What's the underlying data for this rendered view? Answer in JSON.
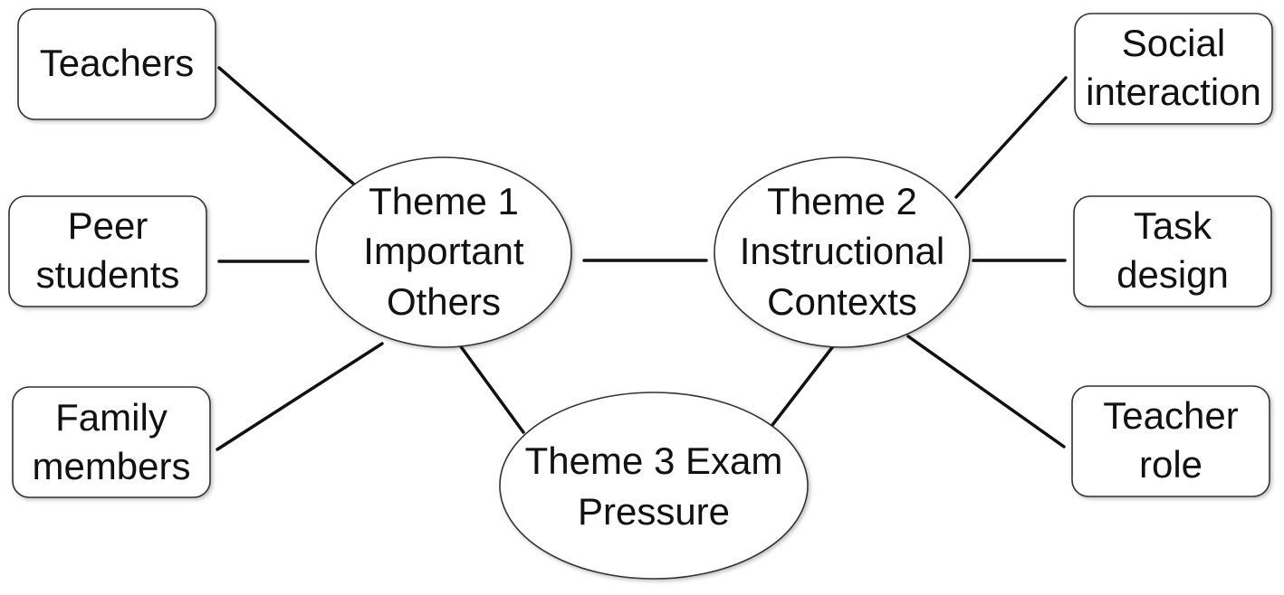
{
  "nodes": {
    "teachers": {
      "lines": [
        "Teachers"
      ]
    },
    "peer": {
      "lines": [
        "Peer",
        "students"
      ]
    },
    "family": {
      "lines": [
        "Family",
        "members"
      ]
    },
    "theme1": {
      "lines": [
        "Theme 1",
        "Important",
        "Others"
      ]
    },
    "theme2": {
      "lines": [
        "Theme 2",
        "Instructional",
        "Contexts"
      ]
    },
    "theme3": {
      "lines": [
        "Theme 3 Exam",
        "Pressure"
      ]
    },
    "social": {
      "lines": [
        "Social",
        "interaction"
      ]
    },
    "task": {
      "lines": [
        "Task",
        "design"
      ]
    },
    "teacherrole": {
      "lines": [
        "Teacher",
        "role"
      ]
    }
  }
}
